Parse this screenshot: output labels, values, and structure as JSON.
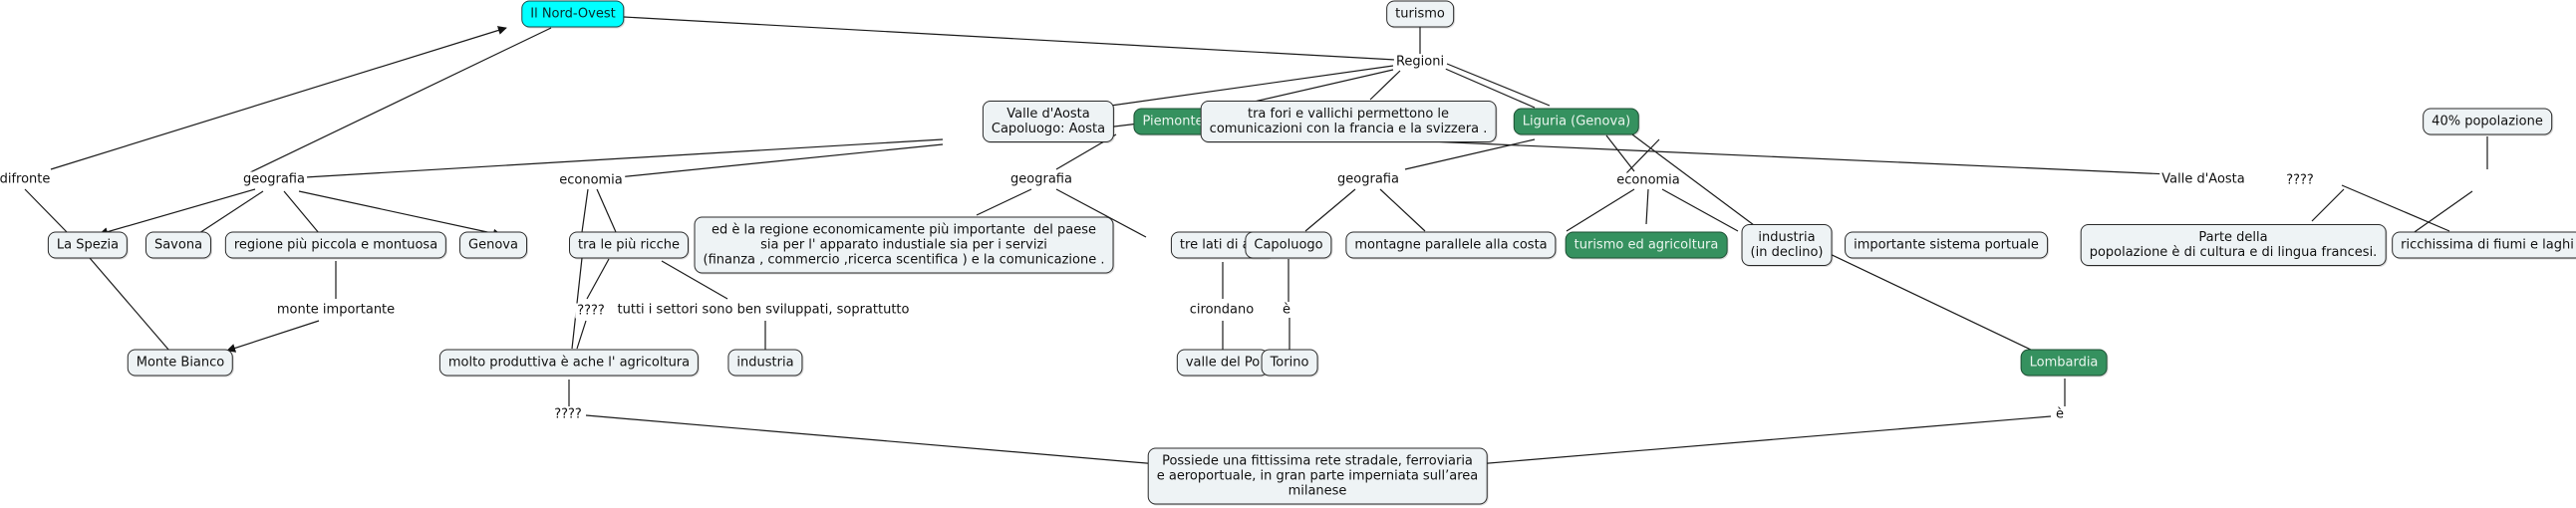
{
  "map": {
    "nodes": [
      {
        "id": "nord-ovest",
        "text": "Il Nord-Ovest",
        "style": "cyan"
      },
      {
        "id": "turismo",
        "text": "turismo",
        "style": "plain"
      },
      {
        "id": "valle-aosta-box",
        "text": "Valle d'Aosta\nCapoluogo: Aosta",
        "style": "plain"
      },
      {
        "id": "piemonte",
        "text": "Piemonte",
        "style": "green"
      },
      {
        "id": "valichi",
        "text": "tra fori e vallichi permettono le\ncomunicazioni con la francia e la svizzera .",
        "style": "plain"
      },
      {
        "id": "liguria",
        "text": "Liguria (Genova)",
        "style": "green"
      },
      {
        "id": "popolazione-40",
        "text": "40% popolazione",
        "style": "plain"
      },
      {
        "id": "la-spezia",
        "text": "La Spezia",
        "style": "plain"
      },
      {
        "id": "savona",
        "text": "Savona",
        "style": "plain"
      },
      {
        "id": "regione-piccola",
        "text": "regione più piccola e montuosa",
        "style": "plain"
      },
      {
        "id": "genova",
        "text": "Genova",
        "style": "plain"
      },
      {
        "id": "tra-piu-ricche",
        "text": "tra le più ricche",
        "style": "plain"
      },
      {
        "id": "regione-economica",
        "text": "ed è la regione economicamente più importante  del paese\nsia per l' apparato industiale sia per i servizi\n(finanza , commercio ,ricerca scentifica ) e la comunicazione .",
        "style": "plain"
      },
      {
        "id": "tre-lati-alpi",
        "text": "tre lati di alpi",
        "style": "plain"
      },
      {
        "id": "capoluogo",
        "text": "Capoluogo",
        "style": "plain"
      },
      {
        "id": "montagne-parallele",
        "text": "montagne parallele alla costa",
        "style": "plain"
      },
      {
        "id": "turismo-agricoltura",
        "text": "turismo ed agricoltura",
        "style": "green"
      },
      {
        "id": "industria-declino",
        "text": "industria\n(in declino)",
        "style": "plain"
      },
      {
        "id": "sistema-portuale",
        "text": "importante sistema portuale",
        "style": "plain"
      },
      {
        "id": "parte-popolazione",
        "text": "Parte della\npopolazione è di cultura e di lingua francesi.",
        "style": "plain"
      },
      {
        "id": "fiumi-laghi",
        "text": "ricchissima di fiumi e laghi",
        "style": "plain"
      },
      {
        "id": "monte-bianco",
        "text": "Monte Bianco",
        "style": "plain"
      },
      {
        "id": "agricoltura",
        "text": "molto produttiva è ache l' agricoltura",
        "style": "plain"
      },
      {
        "id": "industria",
        "text": "industria",
        "style": "plain"
      },
      {
        "id": "valle-po",
        "text": "valle del Po",
        "style": "plain"
      },
      {
        "id": "torino",
        "text": "Torino",
        "style": "plain"
      },
      {
        "id": "lombardia",
        "text": "Lombardia",
        "style": "green"
      },
      {
        "id": "rete-stradale",
        "text": "Possiede una fittissima rete stradale, ferroviaria\ne aeroportuale, in gran parte imperniata sull’area\nmilanese",
        "style": "plain"
      }
    ],
    "links": [
      {
        "id": "regioni",
        "text": "Regioni"
      },
      {
        "id": "difronte",
        "text": "difronte"
      },
      {
        "id": "geografia-1",
        "text": "geografia"
      },
      {
        "id": "economia-1",
        "text": "economia"
      },
      {
        "id": "geografia-2",
        "text": "geografia"
      },
      {
        "id": "geografia-3",
        "text": "geografia"
      },
      {
        "id": "economia-2",
        "text": "economia"
      },
      {
        "id": "valle-aosta-link",
        "text": "Valle d'Aosta"
      },
      {
        "id": "q-popolazione",
        "text": "????"
      },
      {
        "id": "monte-importante",
        "text": "monte importante"
      },
      {
        "id": "q-ricche",
        "text": "????"
      },
      {
        "id": "tutti-settori",
        "text": "tutti i settori sono ben sviluppati, soprattutto"
      },
      {
        "id": "cirondano",
        "text": "cirondano"
      },
      {
        "id": "e-torino",
        "text": "è"
      },
      {
        "id": "q-agricoltura",
        "text": "????"
      },
      {
        "id": "e-lombardia",
        "text": "è"
      }
    ]
  },
  "colors": {
    "root": "#00ffff",
    "region": "#35915f",
    "concept": "#eef3f5",
    "line": "#1a1a1a"
  }
}
